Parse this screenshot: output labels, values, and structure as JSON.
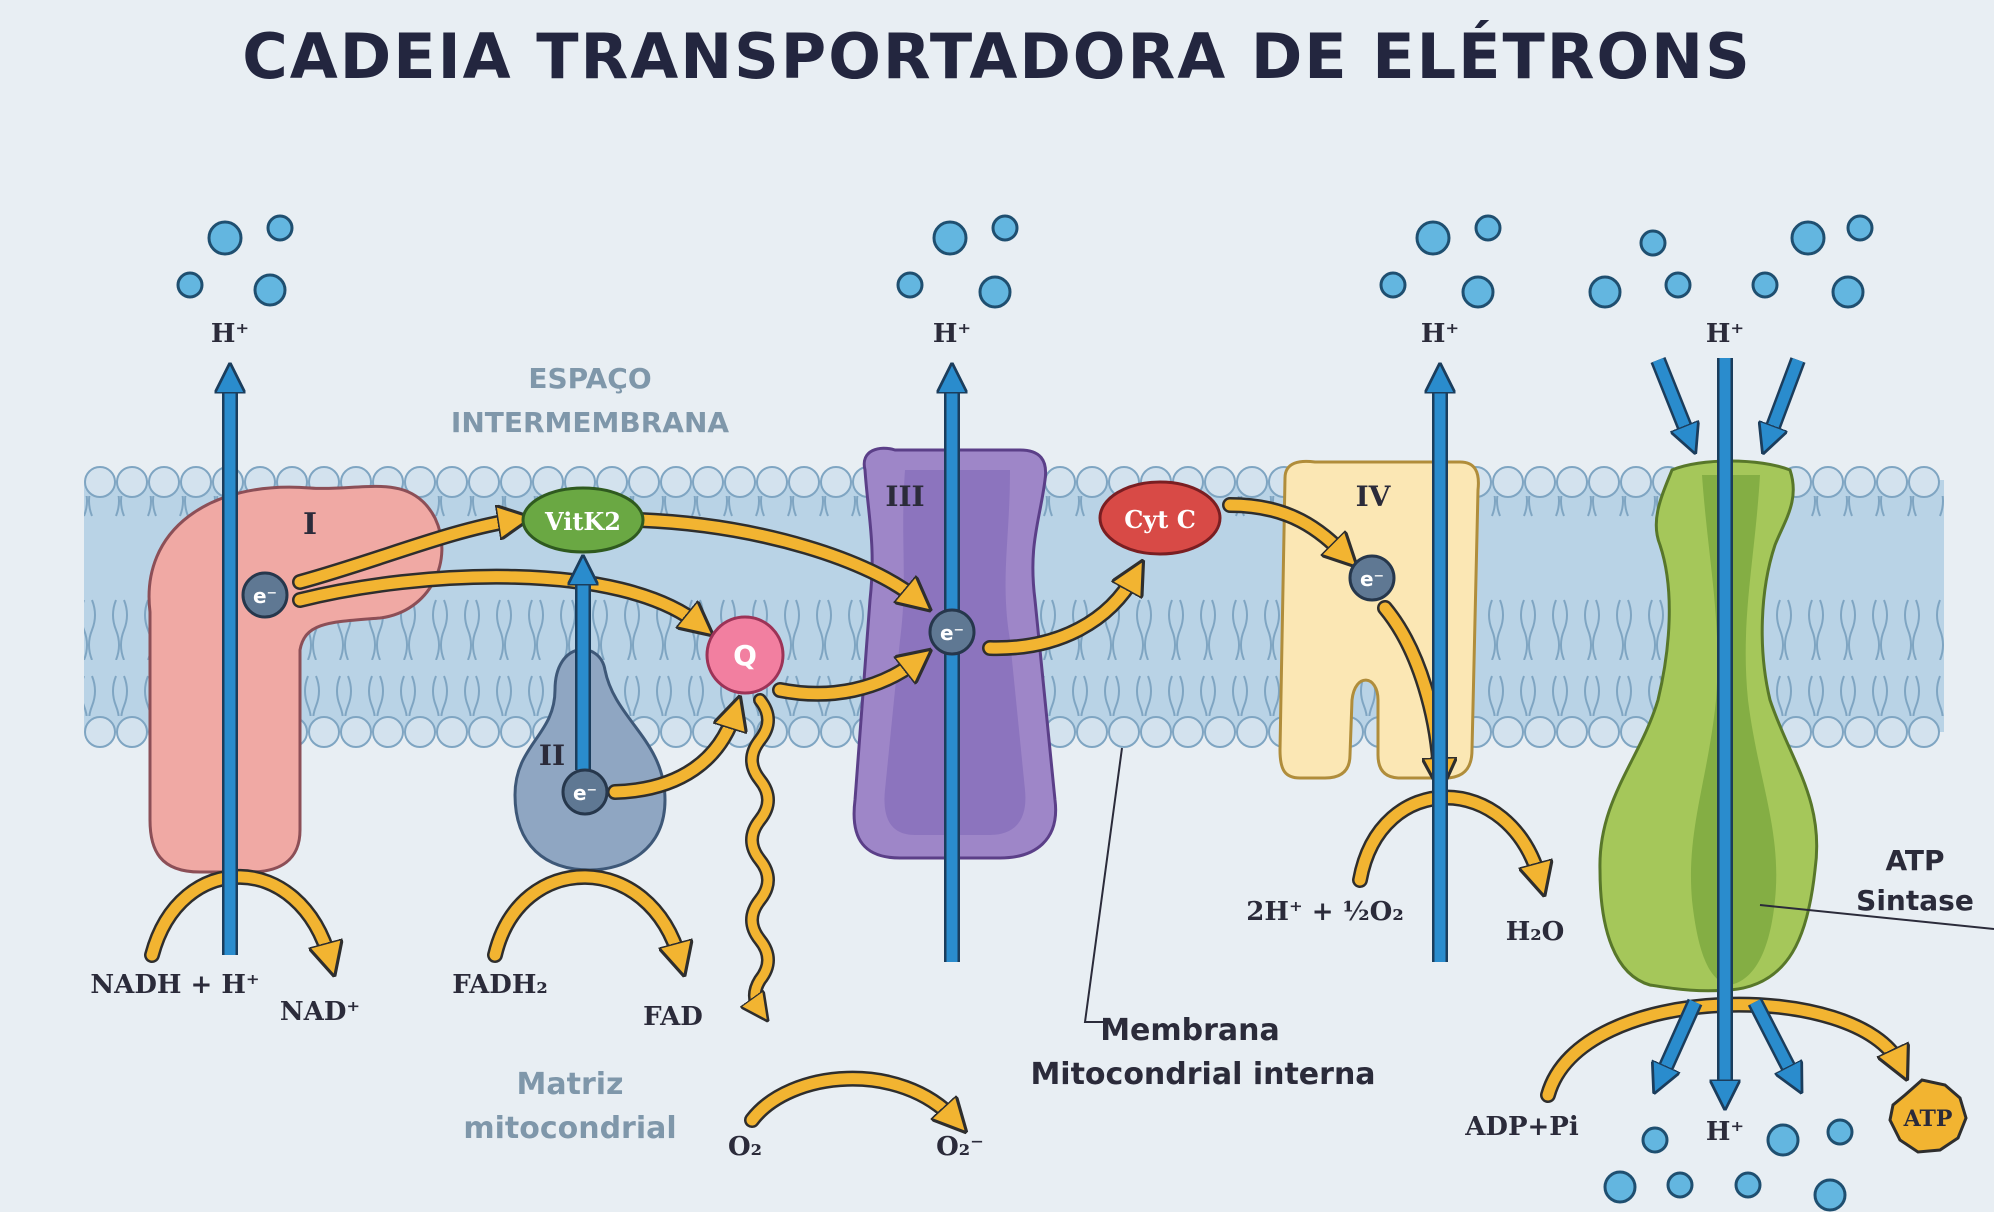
{
  "title": "CADEIA TRANSPORTADORA DE ELÉTRONS",
  "regions": {
    "intermembrane": [
      "ESPAÇO",
      "INTERMEMBRANA"
    ],
    "matrix": [
      "Matriz",
      "mitocondrial"
    ],
    "membrane_label": [
      "Membrana",
      "Mitocondrial interna"
    ]
  },
  "complexes": {
    "c1": "I",
    "c2": "II",
    "c3": "III",
    "c4": "IV",
    "atp_synthase": [
      "ATP",
      "Sintase"
    ]
  },
  "carriers": {
    "vitk2": "VitK2",
    "q": "Q",
    "cytc": "Cyt C"
  },
  "electron": "e⁻",
  "proton": "H⁺",
  "reactions": {
    "nadh": "NADH + H⁺",
    "nad": "NAD⁺",
    "fadh2": "FADH₂",
    "fad": "FAD",
    "o2": "O₂",
    "superoxide": "O₂⁻",
    "oxygen_half": "2H⁺ + ½O₂",
    "water": "H₂O",
    "adp": "ADP+Pi",
    "atp": "ATP"
  },
  "colors": {
    "title": "#23263f",
    "membrane": "#b9d3e6",
    "proton": "#63b6e0",
    "arrow_blue": "#2a8ccd",
    "arrow_yellow": "#f2b431",
    "complex_I": "#f0a9a4",
    "complex_II": "#8fa6c2",
    "complex_III": "#9e86c8",
    "complex_IV": "#fbe7b4",
    "atp_synthase": "#a5c75a",
    "vitk2": "#6aa843",
    "q": "#f27fa0",
    "cytc": "#d84a46",
    "label_muted": "#7f97aa"
  }
}
